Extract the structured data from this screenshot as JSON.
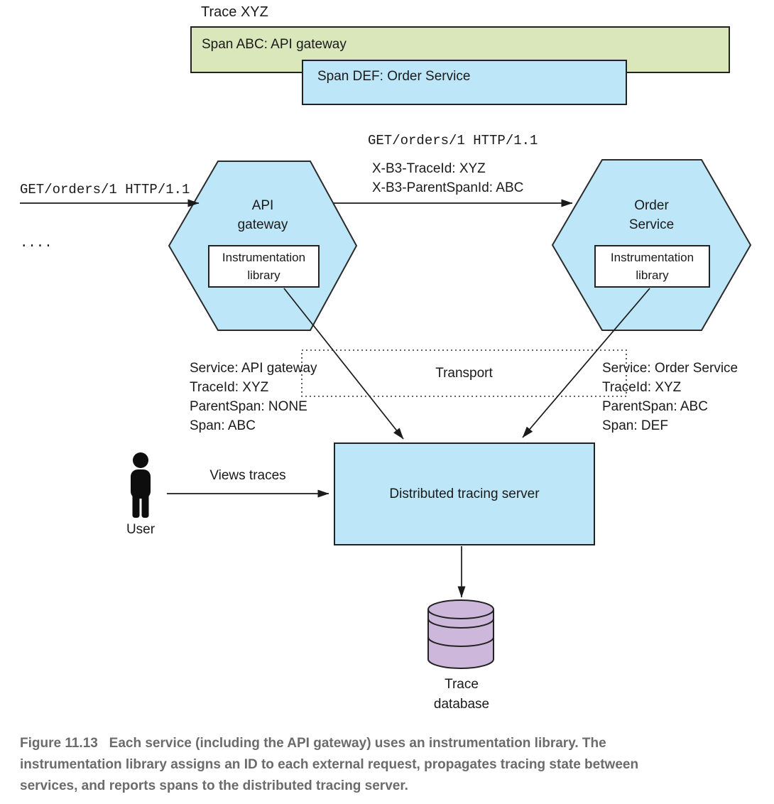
{
  "trace": {
    "title": "Trace XYZ",
    "span_abc": "Span ABC: API gateway",
    "span_def": "Span DEF: Order Service"
  },
  "inbound_request": {
    "line1": "GET/orders/1 HTTP/1.1",
    "line2": "...."
  },
  "propagated_request": {
    "request_line": "GET/orders/1 HTTP/1.1",
    "header1": "X-B3-TraceId: XYZ",
    "header2": "X-B3-ParentSpanId: ABC"
  },
  "api_gateway": {
    "name_line1": "API",
    "name_line2": "gateway",
    "library_line1": "Instrumentation",
    "library_line2": "library"
  },
  "order_service": {
    "name_line1": "Order",
    "name_line2": "Service",
    "library_line1": "Instrumentation",
    "library_line2": "library"
  },
  "transport": {
    "label": "Transport"
  },
  "span_details_left": {
    "lines": [
      "Service: API gateway",
      "TraceId: XYZ",
      "ParentSpan: NONE",
      "Span: ABC"
    ]
  },
  "span_details_right": {
    "lines": [
      "Service: Order Service",
      "TraceId: XYZ",
      "ParentSpan: ABC",
      "Span: DEF"
    ]
  },
  "user": {
    "label": "User",
    "action": "Views traces"
  },
  "tracing_server": {
    "label": "Distributed tracing server"
  },
  "trace_database": {
    "line1": "Trace",
    "line2": "database"
  },
  "caption": {
    "lines": [
      "Figure 11.13   Each service (including the API gateway) uses an instrumentation library. The",
      "instrumentation library assigns an ID to each external request, propagates tracing state between",
      "services, and reports spans to the distributed tracing server."
    ]
  },
  "colors": {
    "span_green": "#d9e7bb",
    "service_blue": "#bde7f8",
    "database_purple": "#cdb8dc",
    "line_stroke": "#1a1a1a",
    "caption_gray": "#6b6b6b"
  }
}
